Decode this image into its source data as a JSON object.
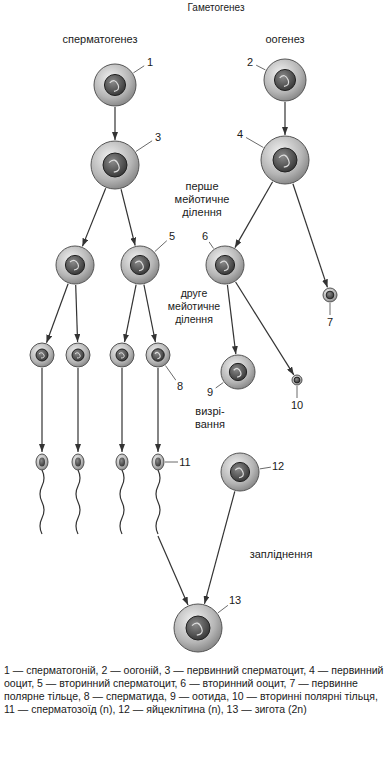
{
  "diagram": {
    "title": "Гаметогенез",
    "caption": "1 — сперматогоній, 2 — оогоній, 3 — первинний сперматоцит, 4 — первинний ооцит, 5 — вторинний сперматоцит, 6 — вторинний ооцит, 7 — первинне полярне тільце, 8 — сперматида, 9 — оотида, 10 — вторинні полярні тільця, 11 — сперматозоїд (n), 12 — яйцеклітина (n), 13 — зигота (2n)",
    "nodes": [
      {
        "text": [
          "1"
        ]
      },
      {
        "text": [
          "2"
        ]
      },
      {
        "text": [
          "3"
        ]
      },
      {
        "text": [
          "4"
        ]
      },
      {
        "text": [
          "5"
        ]
      },
      {
        "text": [
          "6"
        ]
      },
      {
        "text": [
          "7"
        ]
      },
      {
        "text": [
          "8"
        ]
      },
      {
        "text": [
          "9"
        ]
      },
      {
        "text": [
          "10"
        ]
      },
      {
        "text": [
          "11"
        ]
      },
      {
        "text": [
          "12"
        ]
      },
      {
        "text": [
          "13"
        ]
      }
    ],
    "edges": [
      {
        "from": 0,
        "to": 2,
        "arrow": "to"
      },
      {
        "from": 1,
        "to": 3,
        "arrow": "to"
      },
      {
        "from": 2,
        "to": 4,
        "arrow": "to"
      },
      {
        "from": 3,
        "to": 5,
        "arrow": "to"
      },
      {
        "from": 3,
        "to": 6,
        "arrow": "to"
      },
      {
        "from": 4,
        "to": 7,
        "arrow": "to"
      },
      {
        "from": 5,
        "to": 8,
        "arrow": "to"
      },
      {
        "from": 5,
        "to": 9,
        "arrow": "to"
      },
      {
        "from": 7,
        "to": 10,
        "arrow": "to"
      },
      {
        "from": 10,
        "to": 12,
        "arrow": "to"
      },
      {
        "from": 11,
        "to": 12,
        "arrow": "to"
      }
    ],
    "labels": [
      "сперматогенез",
      "оогенез",
      "перше мейотичне ділення",
      "друге мейотичне ділення",
      "визрі- вання",
      "запліднення"
    ]
  }
}
